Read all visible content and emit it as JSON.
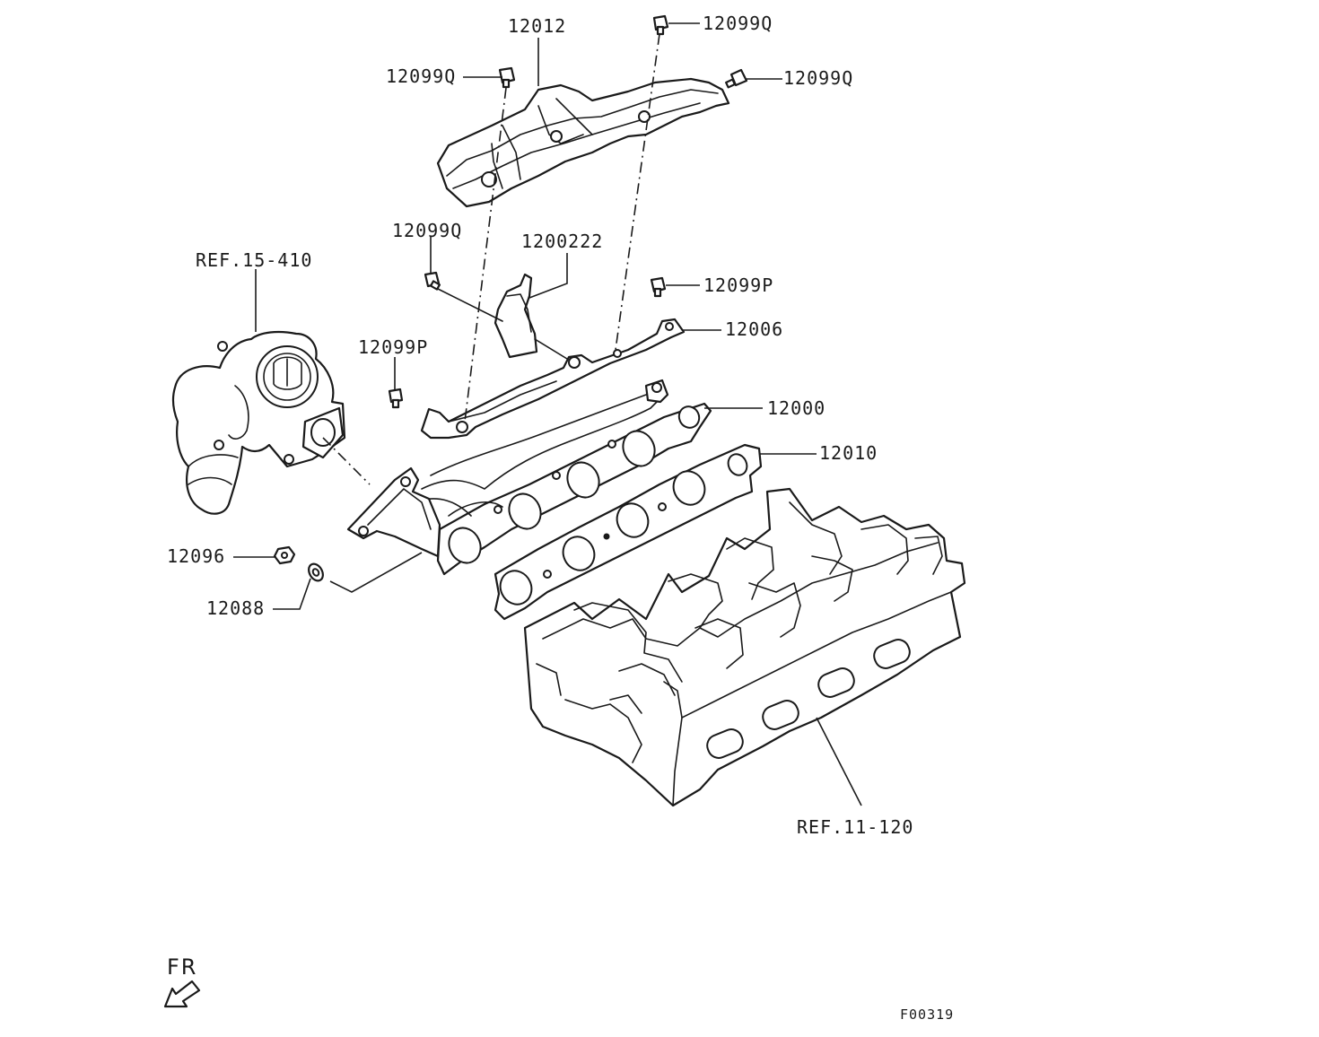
{
  "diagram": {
    "labels": {
      "heat_cover": "12012",
      "bolt_q_top": "12099Q",
      "bolt_q_left": "12099Q",
      "bolt_q_right": "12099Q",
      "bolt_q_mid": "12099Q",
      "bracket_small": "1200222",
      "bolt_p_right": "12099P",
      "bolt_p_left": "12099P",
      "stay": "12006",
      "manifold": "12000",
      "gasket": "12010",
      "nut": "12096",
      "washer": "12088",
      "ref_turbo": "REF.15-410",
      "ref_head": "REF.11-120"
    },
    "orientation": {
      "label": "FR",
      "icon": "front-arrow-icon"
    },
    "figure_code": "F00319"
  }
}
